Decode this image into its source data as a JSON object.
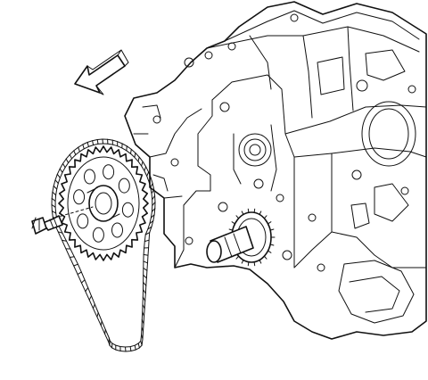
{
  "figure": {
    "alt": "",
    "components": [
      {
        "id": "direction-arrow",
        "icon": "arrow-left-icon"
      },
      {
        "id": "camshaft-sprocket",
        "icon": "sprocket-icon"
      },
      {
        "id": "timing-chain",
        "icon": "chain-icon"
      },
      {
        "id": "sprocket-bolt",
        "icon": "bolt-icon"
      },
      {
        "id": "engine-block",
        "icon": "engine-block-icon"
      },
      {
        "id": "crankshaft-sprocket",
        "icon": "gear-icon"
      },
      {
        "id": "camshaft-nose",
        "icon": "camshaft-icon"
      }
    ]
  }
}
